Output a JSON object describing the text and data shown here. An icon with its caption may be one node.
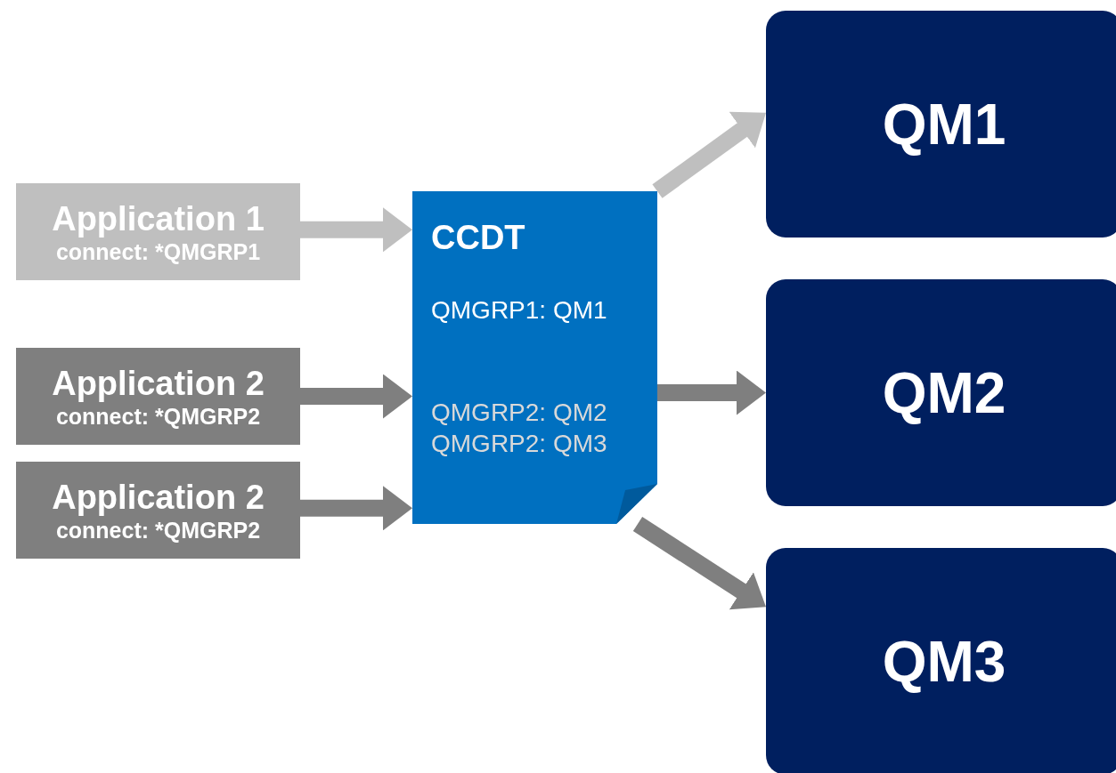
{
  "diagram": {
    "nodes": [
      {
        "text": [
          "Application 1",
          "connect: *QMGRP1"
        ]
      },
      {
        "text": [
          "Application 2",
          "connect: *QMGRP2"
        ]
      },
      {
        "text": [
          "Application 2",
          "connect: *QMGRP2"
        ]
      },
      {
        "text": [
          "CCDT",
          "QMGRP1: QM1",
          "QMGRP2: QM2",
          "QMGRP2: QM3"
        ]
      },
      {
        "text": [
          "QM1"
        ]
      },
      {
        "text": [
          "QM2"
        ]
      },
      {
        "text": [
          "QM3"
        ]
      }
    ],
    "edges": [
      {
        "from": 0,
        "to": 3,
        "arrow": "to",
        "color": "#bfbfbf"
      },
      {
        "from": 1,
        "to": 3,
        "arrow": "to"
      },
      {
        "from": 2,
        "to": 3,
        "arrow": "to"
      },
      {
        "from": 3,
        "to": 4,
        "arrow": "to",
        "color": "#bfbfbf"
      },
      {
        "from": 3,
        "to": 5,
        "arrow": "to"
      },
      {
        "from": 3,
        "to": 6,
        "arrow": "to"
      }
    ]
  }
}
